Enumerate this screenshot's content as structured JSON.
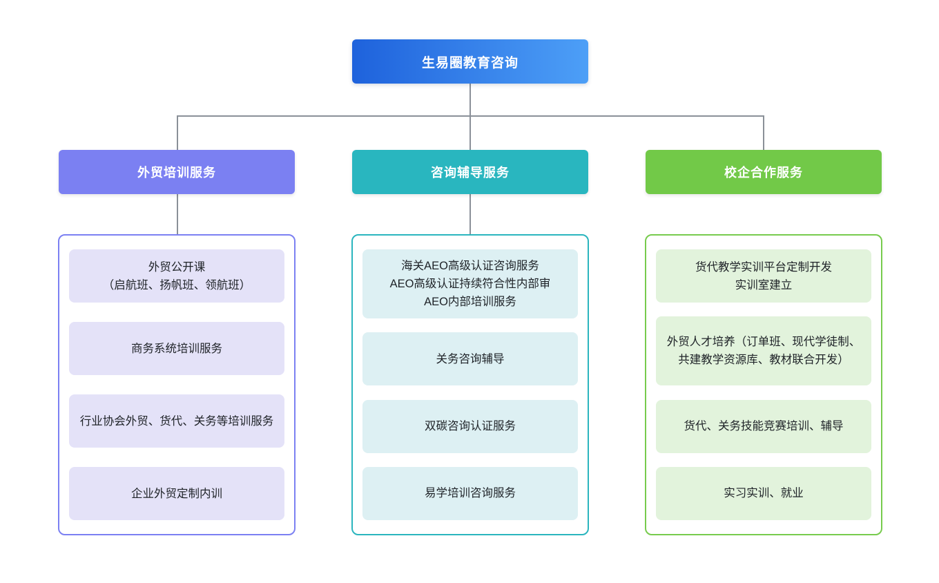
{
  "root": {
    "label": "生易圈教育咨询"
  },
  "colors": {
    "root_gradient_from": "#1E62DC",
    "root_gradient_to": "#4D9FF7",
    "branch1_accent": "#7B80F2",
    "branch1_item_bg": "#E4E2F8",
    "branch2_accent": "#2AB5BE",
    "branch2_item_bg": "#DDF0F3",
    "branch3_accent": "#72C948",
    "branch3_item_bg": "#E2F3DC",
    "connector": "#8A9098",
    "item_text": "#1F2328"
  },
  "branches": [
    {
      "label": "外贸培训服务",
      "items": [
        {
          "text": "外贸公开课\n（启航班、扬帆班、领航班）"
        },
        {
          "text": "商务系统培训服务"
        },
        {
          "text": "行业协会外贸、货代、关务等培训服务"
        },
        {
          "text": "企业外贸定制内训"
        }
      ]
    },
    {
      "label": "咨询辅导服务",
      "items": [
        {
          "text": "海关AEO高级认证咨询服务\nAEO高级认证持续符合性内部审\nAEO内部培训服务"
        },
        {
          "text": "关务咨询辅导"
        },
        {
          "text": "双碳咨询认证服务"
        },
        {
          "text": "易学培训咨询服务"
        }
      ]
    },
    {
      "label": "校企合作服务",
      "items": [
        {
          "text": "货代教学实训平台定制开发\n实训室建立"
        },
        {
          "text": "外贸人才培养（订单班、现代学徒制、共建教学资源库、教材联合开发）"
        },
        {
          "text": "货代、关务技能竞赛培训、辅导"
        },
        {
          "text": "实习实训、就业"
        }
      ]
    }
  ]
}
